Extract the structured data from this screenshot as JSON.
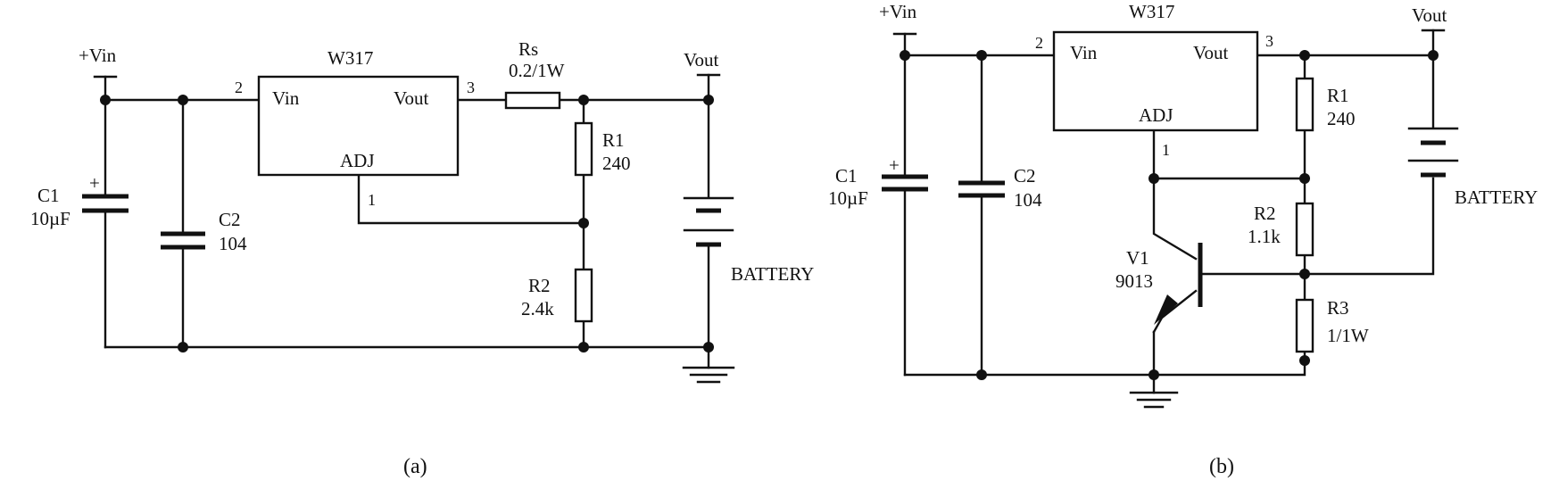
{
  "circuit_a": {
    "vin": "+Vin",
    "ic_name": "W317",
    "pin_vin": "Vin",
    "pin_vout": "Vout",
    "pin_adj": "ADJ",
    "pin2": "2",
    "pin3": "3",
    "pin1": "1",
    "rs_name": "Rs",
    "rs_value": "0.2/1W",
    "vout": "Vout",
    "r1_name": "R1",
    "r1_value": "240",
    "r2_name": "R2",
    "r2_value": "2.4k",
    "c1_name": "C1",
    "c1_value": "10µF",
    "c1_plus": "+",
    "c2_name": "C2",
    "c2_value": "104",
    "battery": "BATTERY",
    "caption": "(a)"
  },
  "circuit_b": {
    "vin": "+Vin",
    "ic_name": "W317",
    "pin_vin": "Vin",
    "pin_vout": "Vout",
    "pin_adj": "ADJ",
    "pin2": "2",
    "pin3": "3",
    "pin1": "1",
    "vout": "Vout",
    "r1_name": "R1",
    "r1_value": "240",
    "r2_name": "R2",
    "r2_value": "1.1k",
    "r3_name": "R3",
    "r3_value": "1/1W",
    "v1_name": "V1",
    "v1_value": "9013",
    "c1_name": "C1",
    "c1_value": "10µF",
    "c1_plus": "+",
    "c2_name": "C2",
    "c2_value": "104",
    "battery": "BATTERY",
    "caption": "(b)"
  }
}
